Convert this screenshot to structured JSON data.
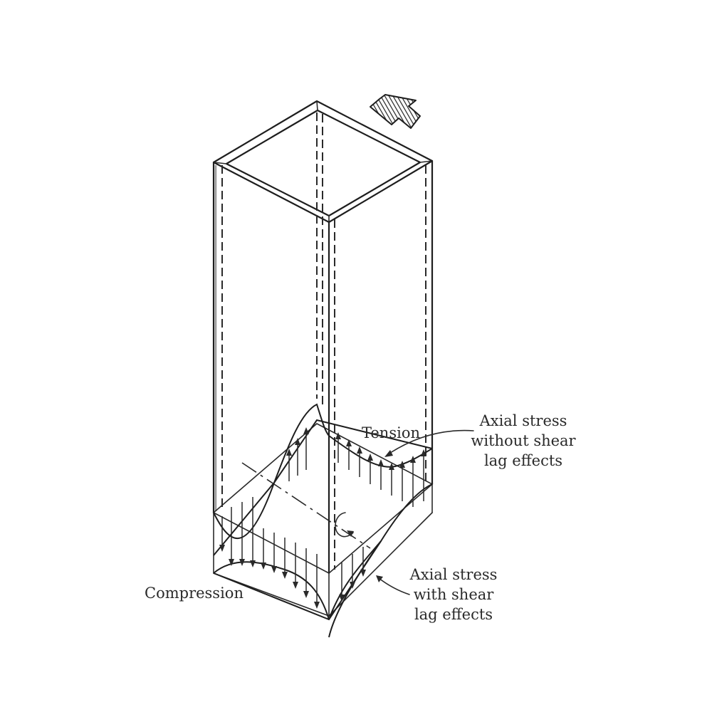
{
  "labels": {
    "tension": "Tension",
    "compression": "Compression",
    "without_shear_lag": [
      "Axial stress",
      "without shear",
      "lag effects"
    ],
    "with_shear_lag": [
      "Axial stress",
      "with shear",
      "lag effects"
    ]
  },
  "colors": {
    "line": "#1e1e1e",
    "text": "#2a2a2a",
    "background": "#ffffff"
  },
  "icons": {
    "wind": "wind-load-arrow-icon",
    "moment": "overturning-moment-icon"
  }
}
